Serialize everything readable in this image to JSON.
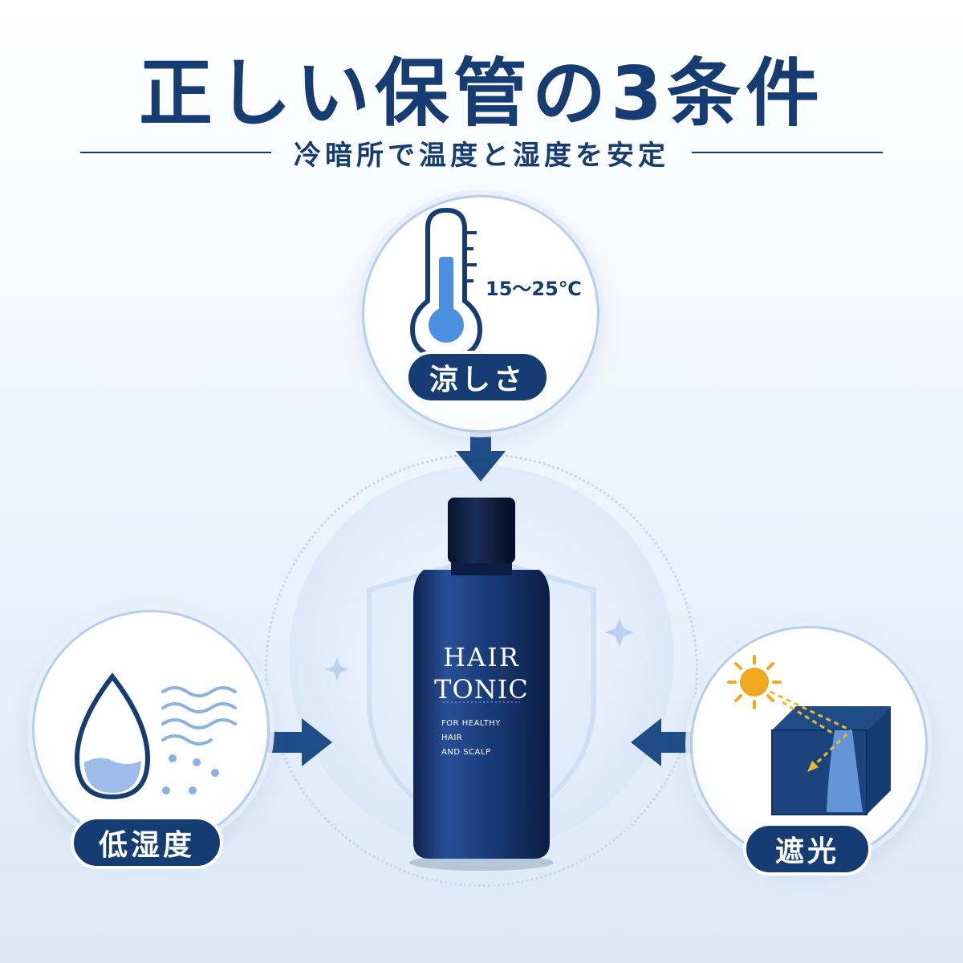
{
  "title": "正しい保管の3条件",
  "subtitle": "冷暗所で温度と湿度を安定",
  "conditions": {
    "top": {
      "label": "涼しさ",
      "temp_range": "15～25℃",
      "icon": "thermometer-icon"
    },
    "left": {
      "label": "低湿度",
      "icon": "water-drop-icon"
    },
    "right": {
      "label": "遮光",
      "icon": "sun-shade-box-icon"
    }
  },
  "product": {
    "line1": "HAIR",
    "line2": "TONIC",
    "line3": "FOR HEALTHY HAIR",
    "line4": "AND SCALP"
  },
  "colors": {
    "navy": "#153c73",
    "accent_blue": "#4a8fe0",
    "sun": "#f0a820"
  }
}
